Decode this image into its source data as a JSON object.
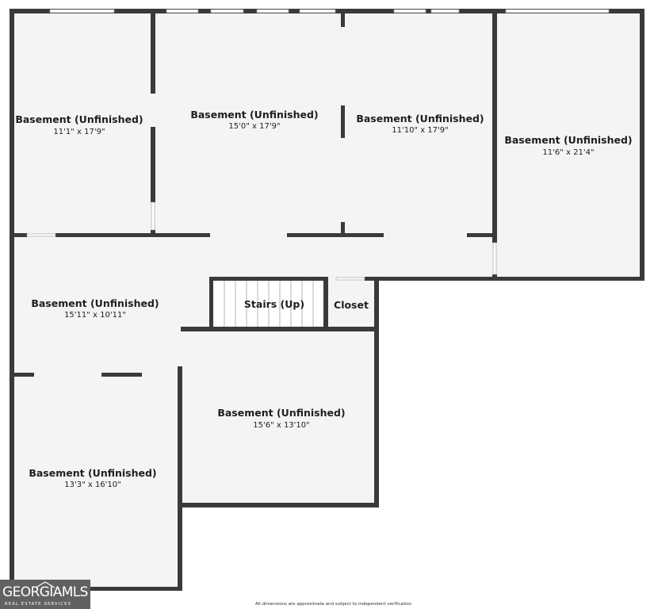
{
  "colors": {
    "wall": "#3a3a3a",
    "floor": "#f4f4f4",
    "window": "#ffffff",
    "logo_bg": "#5f6162"
  },
  "rooms": [
    {
      "name": "Basement (Unfinished)",
      "dimensions": "11'1\" x 17'9\""
    },
    {
      "name": "Basement (Unfinished)",
      "dimensions": "15'0\" x 17'9\""
    },
    {
      "name": "Basement (Unfinished)",
      "dimensions": "11'10\" x 17'9\""
    },
    {
      "name": "Basement (Unfinished)",
      "dimensions": "11'6\" x 21'4\""
    },
    {
      "name": "Basement (Unfinished)",
      "dimensions": "15'11\" x 10'11\""
    },
    {
      "name": "Basement (Unfinished)",
      "dimensions": "15'6\" x 13'10\""
    },
    {
      "name": "Basement (Unfinished)",
      "dimensions": "13'3\" x 16'10\""
    }
  ],
  "stairs_label": "Stairs (Up)",
  "closet_label": "Closet",
  "logo": {
    "brand": "GEORGIAMLS",
    "subtitle": "REAL ESTATE SERVICES"
  },
  "disclaimer": "All dimensions are approximate and subject to independent verification"
}
